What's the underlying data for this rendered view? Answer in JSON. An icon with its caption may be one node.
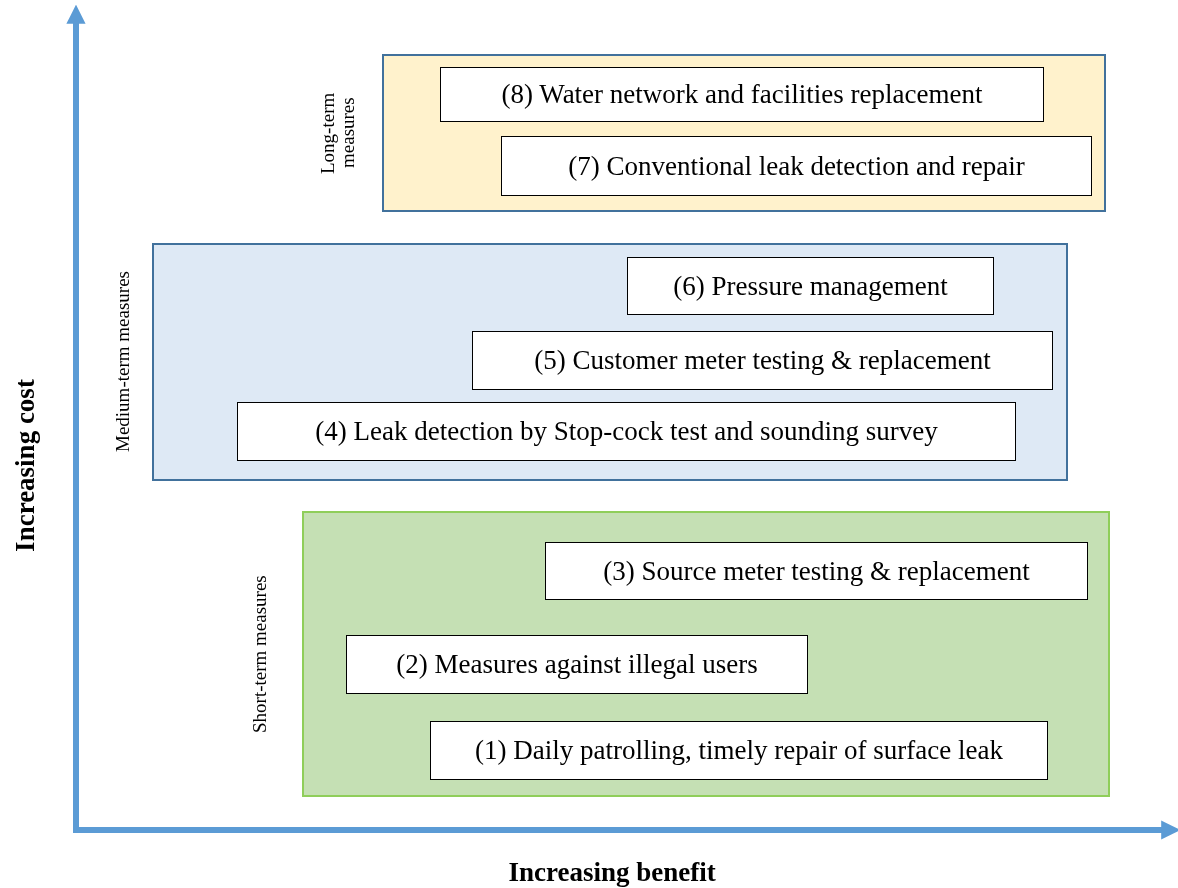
{
  "diagram": {
    "nodes": [
      {
        "text": [
          "Long-term measures"
        ]
      },
      {
        "text": [
          "(8) Water network and facilities replacement"
        ],
        "in": 0
      },
      {
        "text": [
          "(7) Conventional leak detection and repair"
        ],
        "in": 0
      },
      {
        "text": [
          "Medium-term measures"
        ]
      },
      {
        "text": [
          "(6) Pressure management"
        ],
        "in": 3
      },
      {
        "text": [
          "(5) Customer meter testing & replacement"
        ],
        "in": 3
      },
      {
        "text": [
          "(4) Leak detection by Stop-cock test and sounding survey"
        ],
        "in": 3
      },
      {
        "text": [
          "Short-term measures"
        ]
      },
      {
        "text": [
          "(3) Source meter testing & replacement"
        ],
        "in": 7
      },
      {
        "text": [
          "(2) Measures against illegal users"
        ],
        "in": 7
      },
      {
        "text": [
          "(1) Daily patrolling, timely repair of surface leak"
        ],
        "in": 7
      }
    ],
    "labels": [
      "Increasing cost",
      "Increasing benefit"
    ]
  }
}
